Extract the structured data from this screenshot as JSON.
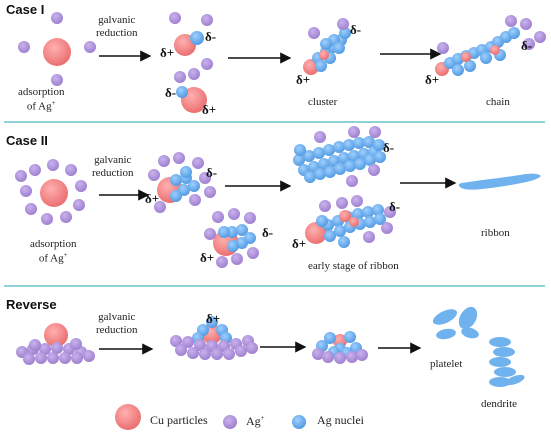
{
  "sections": {
    "case1": {
      "title": "Case I",
      "adsorption_line1": "adsorption",
      "adsorption_line2": "of Ag",
      "galvanic_line1": "galvanic",
      "galvanic_line2": "reduction",
      "cluster": "cluster",
      "chain": "chain"
    },
    "case2": {
      "title": "Case II",
      "galvanic_line1": "galvanic",
      "galvanic_line2": "reduction",
      "adsorption_line1": "adsorption",
      "adsorption_line2": "of Ag",
      "early_stage": "early stage of ribbon",
      "ribbon": "ribbon"
    },
    "reverse": {
      "title": "Reverse",
      "galvanic_line1": "galvanic",
      "galvanic_line2": "reduction",
      "platelet": "platelet",
      "dendrite": "dendrite"
    }
  },
  "charges": {
    "plus": "δ+",
    "minus": "δ-",
    "plus_sign": "+"
  },
  "legend": {
    "cu": "Cu particles",
    "ag_ion": "Ag",
    "ag_ion_sup": "+",
    "ag_nuclei": "Ag nuclei"
  },
  "colors": {
    "cu": "#f07a7c",
    "ag_ion": "#a98bd6",
    "ag_nuclei": "#5ea8ea",
    "separator": "#8fd3d8"
  }
}
